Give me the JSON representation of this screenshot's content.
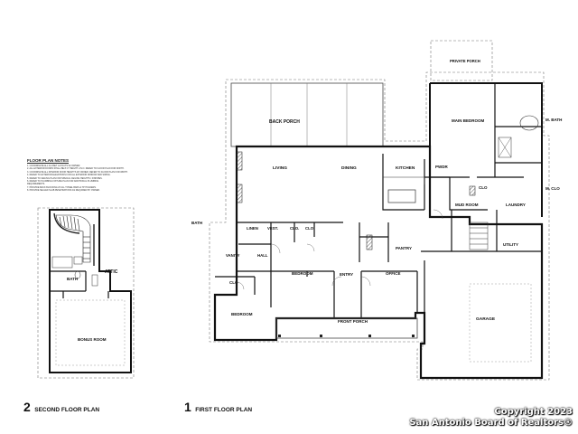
{
  "colors": {
    "wall": "#111111",
    "line": "#555555",
    "light": "#888888",
    "watermark": "#ffffff"
  },
  "notes": {
    "title": "FLOOR PLAN NOTES",
    "lines": [
      "1.  COORDINATE ALL CLOSET LAYOUTS W/ OWNER.",
      "2.  ALL EXTERIOR DOORS SHALL BE 8'-0\" HEIGHT U.N.O. REFER TO FLOOR PLAN FOR WIDTH.",
      "3.  COORDINATE ALL INTERIOR DOOR HEIGHTS W/ OWNER. REFER TO FLOOR PLAN FOR WIDTH.",
      "4.  REFER TO EXTERIOR ELEVATIONS FOR ALL EXTERIOR WINDOW AND SIDING.",
      "5.  REFER TO CEILING PLAN FOR SPECIAL CEILING HEIGHTS / FINISHES.",
      "6.  REFER TO PLUMBING FIXTURE PLAN FOR ADDITIONAL PLUMBING",
      "     REQUIREMENTS.",
      "7.  PROVIDE BACK BLOCKING AT ALL TOWEL BARS & TP HOLDERS.",
      "8.  PROVIDE SEALED SLAB PENETRATIONS AS REQUIRED BY OWNER."
    ]
  },
  "second_floor": {
    "title_num": "2",
    "title": "SECOND FLOOR PLAN",
    "rooms": {
      "attic": "ATTIC",
      "bath": "BATH",
      "bonus": "BONUS ROOM"
    }
  },
  "first_floor": {
    "title_num": "1",
    "title": "FIRST FLOOR PLAN",
    "rooms": {
      "private_porch": "PRIVATE PORCH",
      "back_porch": "BACK PORCH",
      "main_bedroom": "MAIN BEDROOM",
      "main_bath": "M. BATH",
      "living": "LIVING",
      "dining": "DINING",
      "kitchen": "KITCHEN",
      "pwdr": "PWDR",
      "clo": "CLO",
      "m_clo": "M. CLO",
      "bath": "BATH",
      "linen": "LINEN",
      "vest": "VEST.",
      "clo2": "CLO.",
      "clo3": "CLO",
      "vanity": "VANITY",
      "hall": "HALL",
      "mud_room": "MUD ROOM",
      "laundry": "LAUNDRY",
      "utility": "UTILITY",
      "pantry": "PANTRY",
      "bedroom1": "BEDROOM",
      "entry": "ENTRY",
      "office": "OFFICE",
      "clo4": "CLO",
      "bedroom2": "BEDROOM",
      "garage": "GARAGE",
      "front_porch": "FRONT PORCH"
    }
  },
  "watermark": {
    "line1": "Copyright 2023",
    "line2": "San Antonio Board of Realtors®"
  }
}
